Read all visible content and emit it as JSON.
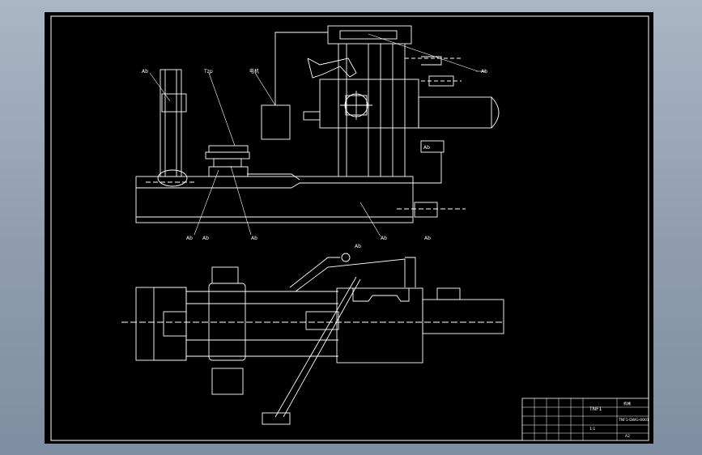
{
  "viewport": {
    "background": "#8f9db0",
    "paper": "#000000",
    "line": "#ffffff"
  },
  "drawing": {
    "labels": {
      "top_left_callout": "Ab",
      "table_callout": "Tzp",
      "motor_callout": "电机",
      "right_callout": "Ab",
      "hydraulic_callout": "Ab",
      "left_bottom_callout_1": "Ab",
      "left_bottom_callout_2": "Ab",
      "bottom_mid_callout": "Ab",
      "base_callout": "Ab",
      "plan_top_callout": "Ab",
      "plan_right_callout": "Ab"
    },
    "title_block": {
      "drawing_title": "TNF1",
      "company": "机械",
      "drawing_number": "TNF1-DWG-0001",
      "scale_text": "1:1",
      "sheet_text": "A2"
    }
  }
}
